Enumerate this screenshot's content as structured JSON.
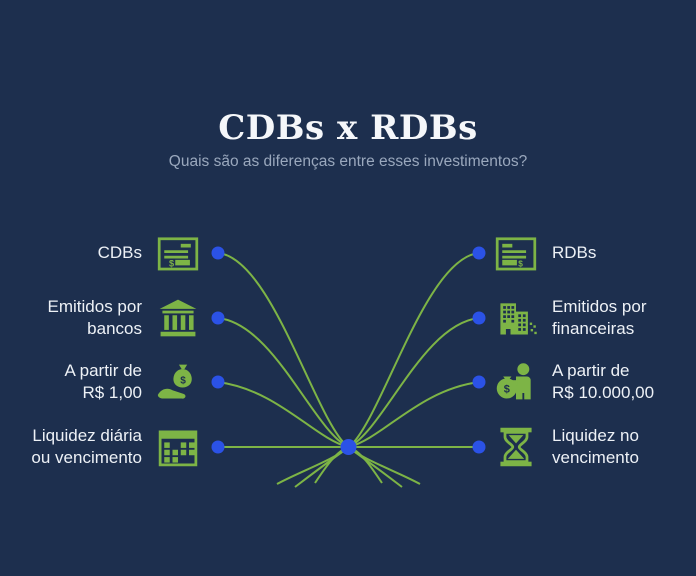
{
  "title": "CDBs x RDBs",
  "subtitle": "Quais são as diferenças entre esses investimentos?",
  "colors": {
    "background": "#1d2f4e",
    "accent_green": "#7db446",
    "dot_blue": "#2b52e6",
    "title_text": "#f5f7fa",
    "subtitle_text": "#9aa8bd",
    "label_text": "#edf1f6"
  },
  "comparison": {
    "left": {
      "items": [
        {
          "label": "CDBs",
          "icon": "cdb-certificate-icon"
        },
        {
          "label": "Emitidos por\nbancos",
          "icon": "bank-icon"
        },
        {
          "label": "A partir de\nR$ 1,00",
          "icon": "hand-money-bag-icon"
        },
        {
          "label": "Liquidez diária\nou vencimento",
          "icon": "calendar-icon"
        }
      ]
    },
    "right": {
      "items": [
        {
          "label": "RDBs",
          "icon": "rdb-certificate-icon"
        },
        {
          "label": "Emitidos por\nfinanceiras",
          "icon": "financial-building-icon"
        },
        {
          "label": "A partir de\nR$ 10.000,00",
          "icon": "person-money-bag-icon"
        },
        {
          "label": "Liquidez no\nvencimento",
          "icon": "hourglass-icon"
        }
      ]
    }
  }
}
